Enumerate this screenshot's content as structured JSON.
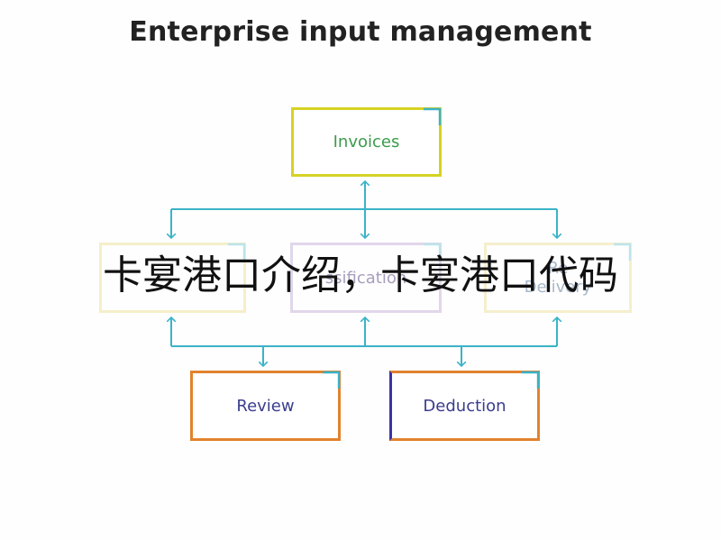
{
  "title": "Enterprise input management",
  "nodes": {
    "invoices": {
      "label": "Invoices"
    },
    "left": {
      "label": ""
    },
    "center": {
      "label": "ssification"
    },
    "right": {
      "label": "Re\nDelivery"
    },
    "review": {
      "label": "Review"
    },
    "deduction": {
      "label": "Deduction"
    }
  },
  "overlay_text": "卡宴港口介绍，卡宴港口代码",
  "colors": {
    "connector": "#3bb3c8",
    "corner_mark": "#3bb3c8",
    "invoices_border": "#d6d223",
    "review_border": "#e2822e",
    "deduction_border": "#e2822e",
    "deduction_left_border": "#3a32a6"
  }
}
